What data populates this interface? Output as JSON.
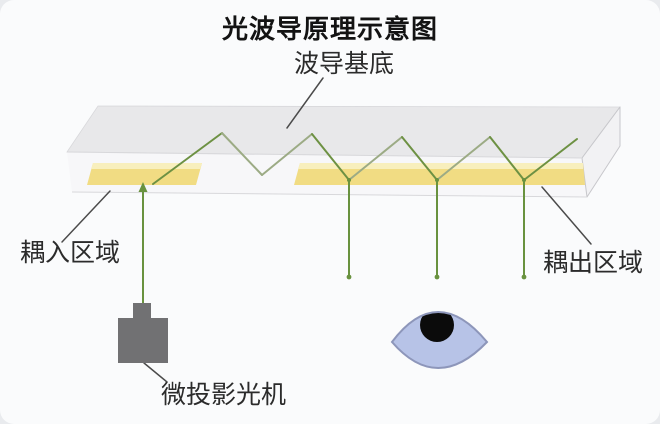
{
  "title": "光波导原理示意图",
  "labels": {
    "substrate": "波导基底",
    "in_coupling": "耦入区域",
    "out_coupling": "耦出区域",
    "projector": "微投影光机"
  },
  "icons": {
    "projector": "projector-icon",
    "eye": "eye-icon"
  },
  "colors": {
    "background": "#fafbfc",
    "slab_top": "#e8e8ea",
    "slab_front": "#f7f7f9",
    "slab_side": "#f2f2f4",
    "slab_edge": "#c7c7cb",
    "slab_edge_soft": "#d8d8db",
    "grating_yellow": "#f1dc83",
    "grating_yellow_light": "#f8efbd",
    "ray_green": "#6d9143",
    "ray_green_muted": "#9cab85",
    "out_ray_green": "#69923f",
    "pointer_line": "#4b4b4b",
    "projector_gray": "#717173",
    "eye_fill": "#b7c3e7",
    "eye_stroke": "#8d96ba",
    "pupil": "#0b0b0b",
    "text": "#2b2b2b"
  }
}
